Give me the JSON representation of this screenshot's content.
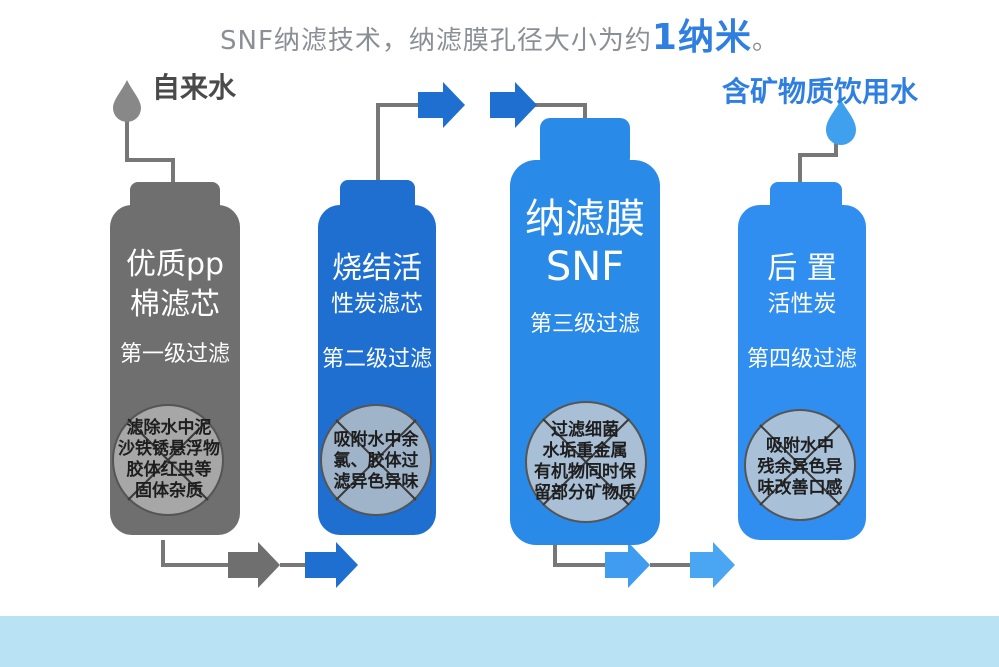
{
  "headline": {
    "text": "SNF纳滤技术，纳滤膜孔径大小为约",
    "highlight": "1纳米",
    "suffix": "。"
  },
  "input_label": "自来水",
  "output_label": "含矿物质饮用水",
  "stages": [
    {
      "title1": "优质pp",
      "title2": "棉滤芯",
      "level": "第一级过滤",
      "fact": [
        "滤除水中泥",
        "沙铁锈悬浮物",
        "胶体红虫等",
        "固体杂质"
      ],
      "color": "#6f6f6f"
    },
    {
      "title1": "烧结活",
      "title2": "性炭滤芯",
      "level": "第二级过滤",
      "fact": [
        "吸附水中余",
        "氯、胶体过",
        "滤异色异味"
      ],
      "color": "#1f6fd1"
    },
    {
      "title1": "纳滤膜",
      "title2": "SNF",
      "level": "第三级过滤",
      "fact": [
        "过滤细菌",
        "水垢重金属",
        "有机物同时保",
        "留部分矿物质"
      ],
      "color": "#2a8ae8"
    },
    {
      "title1": "后 置",
      "title2": "活性炭",
      "level": "第四级过滤",
      "fact": [
        "吸附水中",
        "残余异色异",
        "味改善口感"
      ],
      "color": "#2f8ef0"
    }
  ],
  "colors": {
    "grey": "#6f6f6f",
    "blue_dark": "#1f6fd1",
    "blue": "#2a8ae8",
    "blue_light": "#4aa5f2",
    "band": "#b9e2f4"
  }
}
